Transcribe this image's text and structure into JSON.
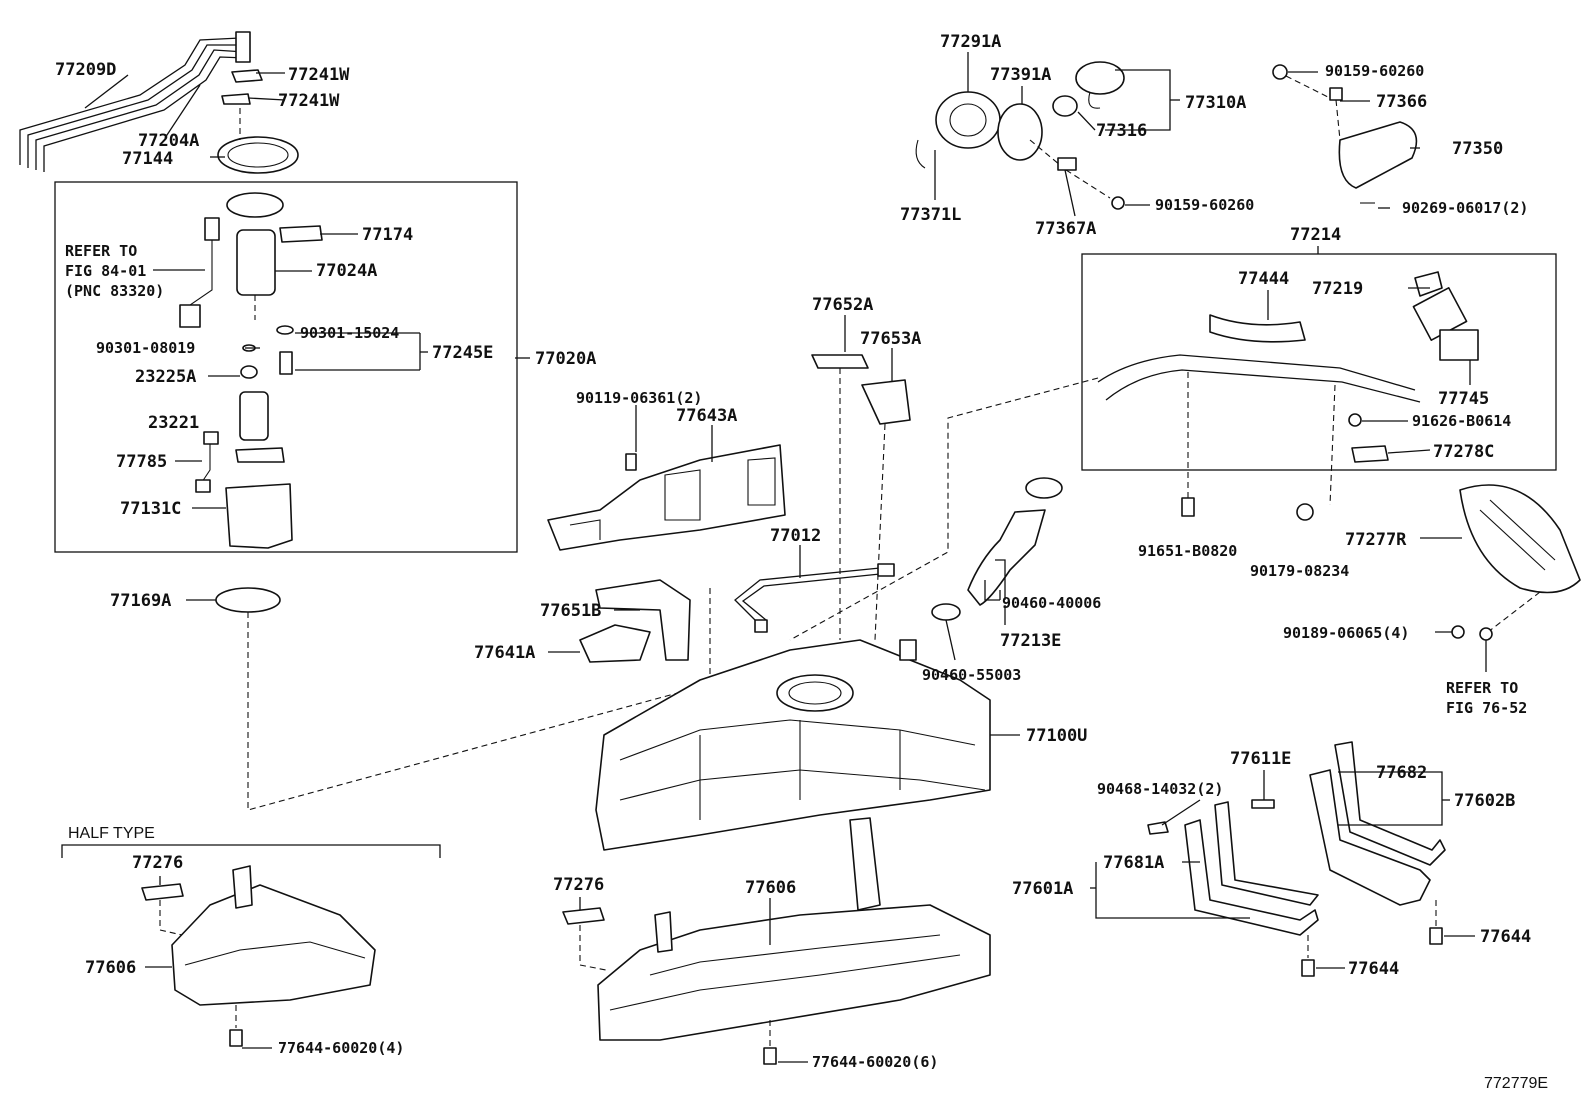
{
  "callouts": {
    "c77209D": "77209D",
    "c77241W_a": "77241W",
    "c77241W_b": "77241W",
    "c77204A": "77204A",
    "c77144": "77144",
    "c77174": "77174",
    "c77024A": "77024A",
    "c90301_15024": "90301-15024",
    "c90301_08019": "90301-08019",
    "c77245E": "77245E",
    "c77020A": "77020A",
    "c23225A": "23225A",
    "c23221": "23221",
    "c77785": "77785",
    "c77131C": "77131C",
    "c77169A": "77169A",
    "c77291A": "77291A",
    "c77391A": "77391A",
    "c77310A": "77310A",
    "c77316": "77316",
    "c77371L": "77371L",
    "c77367A": "77367A",
    "c90159_60260_a": "90159-60260",
    "c90159_60260_b": "90159-60260",
    "c77366": "77366",
    "c77350": "77350",
    "c90269_06017": "90269-06017(2)",
    "c77214": "77214",
    "c77444": "77444",
    "c77219": "77219",
    "c77745": "77745",
    "c91626_B0614": "91626-B0614",
    "c77278C": "77278C",
    "c91651_B0820": "91651-B0820",
    "c90179_08234": "90179-08234",
    "c77277R": "77277R",
    "c90189_06065": "90189-06065(4)",
    "c77652A": "77652A",
    "c77653A": "77653A",
    "c90119_06361": "90119-06361(2)",
    "c77643A": "77643A",
    "c77012": "77012",
    "c77651B": "77651B",
    "c77641A": "77641A",
    "c90460_40006": "90460-40006",
    "c77213E": "77213E",
    "c90460_55003": "90460-55003",
    "c77100U": "77100U",
    "c77611E": "77611E",
    "c77682": "77682",
    "c77602B": "77602B",
    "c90468_14032": "90468-14032(2)",
    "c77681A": "77681A",
    "c77601A": "77601A",
    "c77644_a": "77644",
    "c77644_b": "77644",
    "c77276_a": "77276",
    "c77276_b": "77276",
    "c77606_a": "77606",
    "c77606_b": "77606",
    "c77644_60020_4": "77644-60020(4)",
    "c77644_60020_6": "77644-60020(6)"
  },
  "notes": {
    "refer_fig84_line1": "REFER TO",
    "refer_fig84_line2": "FIG 84-01",
    "refer_fig84_line3": "(PNC 83320)",
    "refer_fig76_line1": "REFER TO",
    "refer_fig76_line2": "FIG 76-52",
    "half_type": "HALF TYPE",
    "figure_id": "772779E"
  }
}
